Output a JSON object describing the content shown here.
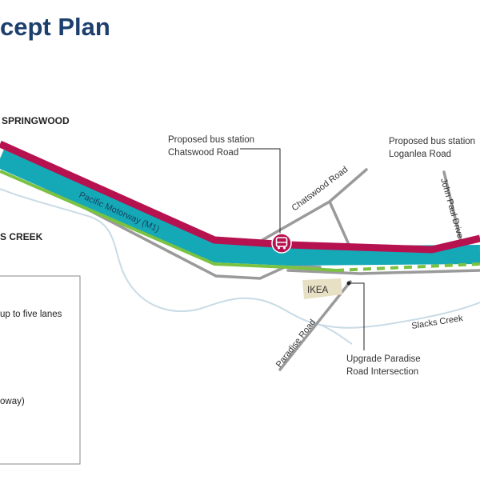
{
  "title": "cept Plan",
  "places": {
    "springwood": "SPRINGWOOD",
    "creek": "S CREEK"
  },
  "callouts": {
    "chatswood_station": [
      "Proposed bus station",
      "Chatswood Road"
    ],
    "loganlea_station": [
      "Proposed bus station",
      "Loganlea Road"
    ],
    "paradise_upgrade": [
      "Upgrade Paradise",
      "Road Intersection"
    ]
  },
  "roads": {
    "motorway": "Pacific Motorway (M1)",
    "chatswood": "Chatswood Road",
    "john_paul": "John Paul Drive",
    "paradise": "Paradise Road",
    "slacks": "Slacks Creek"
  },
  "landmarks": {
    "ikea": "IKEA"
  },
  "legend": {
    "item1": "up to five lanes",
    "item2": "oway)"
  },
  "colors": {
    "title": "#1d3f6e",
    "busway": "#b5124f",
    "motorway": "#15a9b8",
    "greenlane": "#7cc242",
    "road": "#9a9a9a",
    "creek": "#c9dbe6",
    "ikea": "#e8e0c4"
  },
  "icons": {
    "bus_station": "bus-icon"
  }
}
